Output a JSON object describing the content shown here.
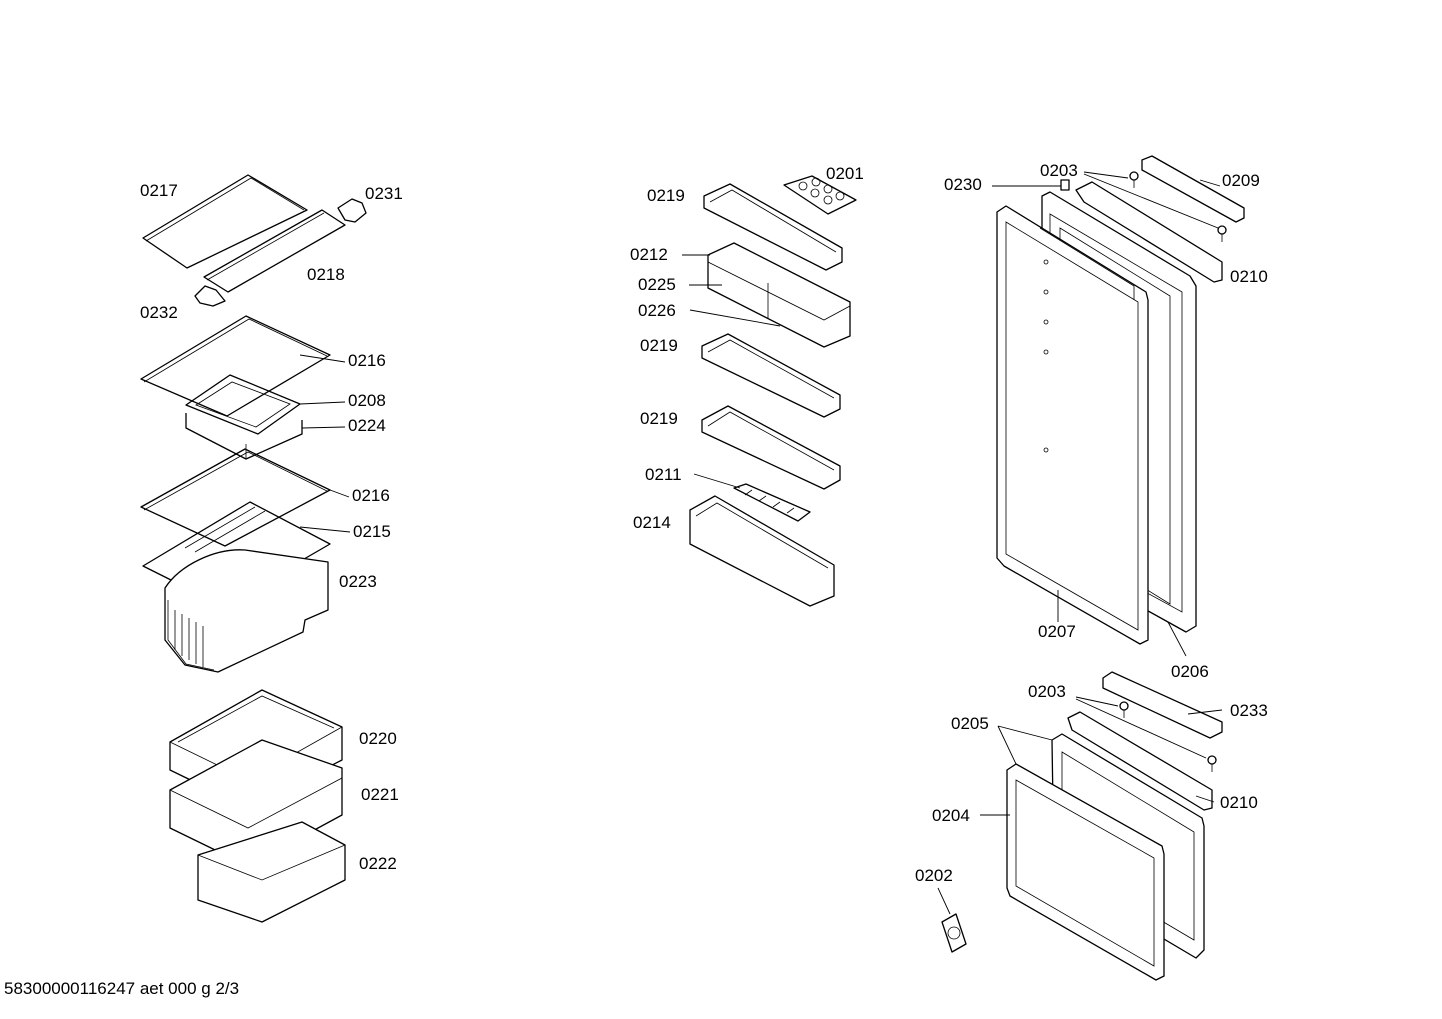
{
  "labels": {
    "l0217": "0217",
    "l0231": "0231",
    "l0218": "0218",
    "l0232": "0232",
    "l0216a": "0216",
    "l0208": "0208",
    "l0224": "0224",
    "l0216b": "0216",
    "l0215": "0215",
    "l0223": "0223",
    "l0220": "0220",
    "l0221": "0221",
    "l0222": "0222",
    "l0219a": "0219",
    "l0201": "0201",
    "l0212": "0212",
    "l0225": "0225",
    "l0226": "0226",
    "l0219b": "0219",
    "l0219c": "0219",
    "l0211": "0211",
    "l0214": "0214",
    "l0230": "0230",
    "l0203a": "0203",
    "l0209": "0209",
    "l0210a": "0210",
    "l0207": "0207",
    "l0206": "0206",
    "l0203b": "0203",
    "l0233": "0233",
    "l0205": "0205",
    "l0210b": "0210",
    "l0204": "0204",
    "l0202": "0202"
  },
  "footer": {
    "text": "58300000116247 aet 000 g 2/3"
  }
}
